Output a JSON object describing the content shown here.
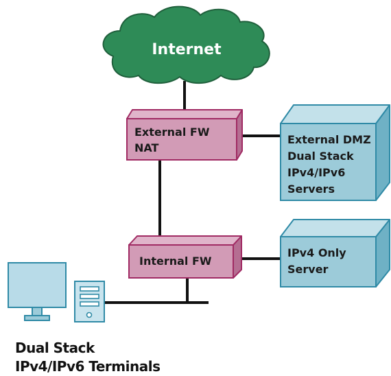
{
  "nodes": {
    "internet": {
      "label": "Internet"
    },
    "external_fw": {
      "lines": [
        "External FW",
        "NAT"
      ]
    },
    "dmz_servers": {
      "lines": [
        "External DMZ",
        "Dual Stack",
        "IPv4/IPv6",
        "Servers"
      ]
    },
    "internal_fw": {
      "label": "Internal FW"
    },
    "ipv4_server": {
      "lines": [
        "IPv4 Only",
        "Server"
      ]
    },
    "terminals": {
      "lines": [
        "Dual Stack",
        "IPv4/IPv6 Terminals"
      ]
    }
  },
  "colors": {
    "cloud_fill": "#2e8b57",
    "cloud_stroke": "#1f5f3b",
    "firewall_fill": "#d29bb6",
    "firewall_stroke": "#a02a63",
    "server_fill": "#9ccbd9",
    "server_stroke": "#2f8aa6",
    "monitor_fill": "#b8dbe8",
    "connector": "#111111"
  }
}
